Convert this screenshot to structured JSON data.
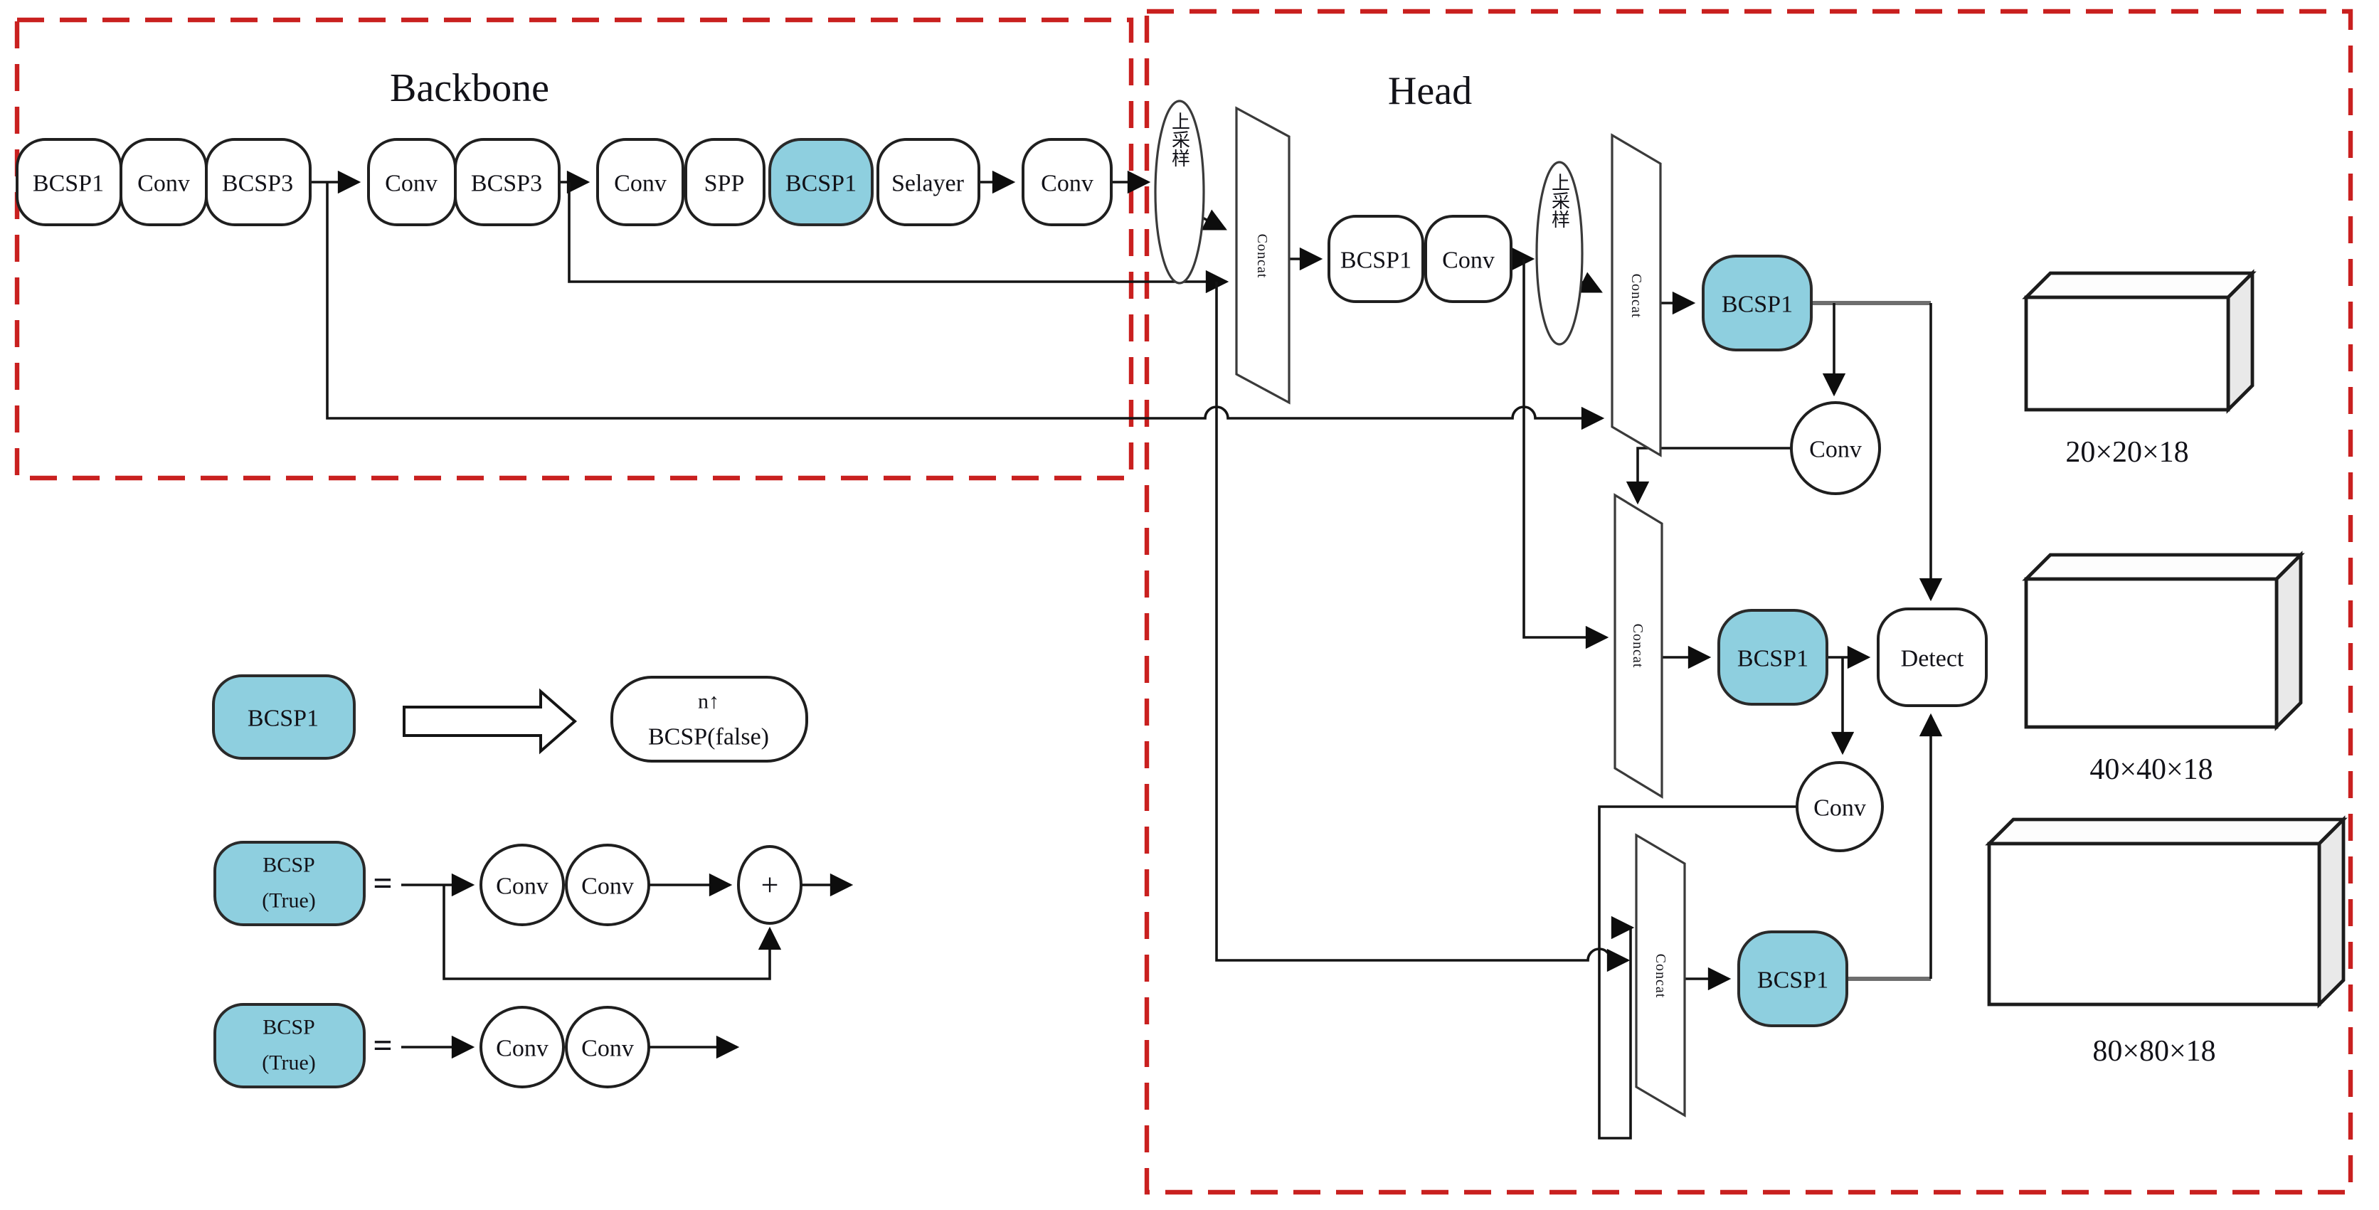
{
  "figure": {
    "backbone_title": "Backbone",
    "head_title": "Head"
  },
  "labels": {
    "concat": "Concat",
    "upsample": "上采样"
  },
  "backbone": {
    "nodes": [
      "BCSP1",
      "Conv",
      "BCSP3",
      "Conv",
      "BCSP3",
      "Conv",
      "SPP",
      "BCSP1",
      "Selayer",
      "Conv"
    ]
  },
  "head": {
    "bcsp1_white": "BCSP1",
    "conv_white": "Conv",
    "bcsp1_p5": "BCSP1",
    "bcsp1_p4": "BCSP1",
    "bcsp1_p3": "BCSP1",
    "conv_a": "Conv",
    "conv_b": "Conv",
    "detect": "Detect"
  },
  "outputs": [
    "20×20×18",
    "40×40×18",
    "80×80×18"
  ],
  "legend": {
    "bcsp1": "BCSP1",
    "expansion_line1": "n↑",
    "expansion_line2": "BCSP(false)",
    "bcsp_row2_line1": "BCSP",
    "bcsp_row2_line2": "(True)",
    "bcsp_row3_line1": "BCSP",
    "bcsp_row3_line2": "(True)",
    "equals": "=",
    "conv": "Conv",
    "plus": "+"
  },
  "colors": {
    "node_highlight": "#8ecfdf",
    "dashed_border": "#c9201f"
  }
}
